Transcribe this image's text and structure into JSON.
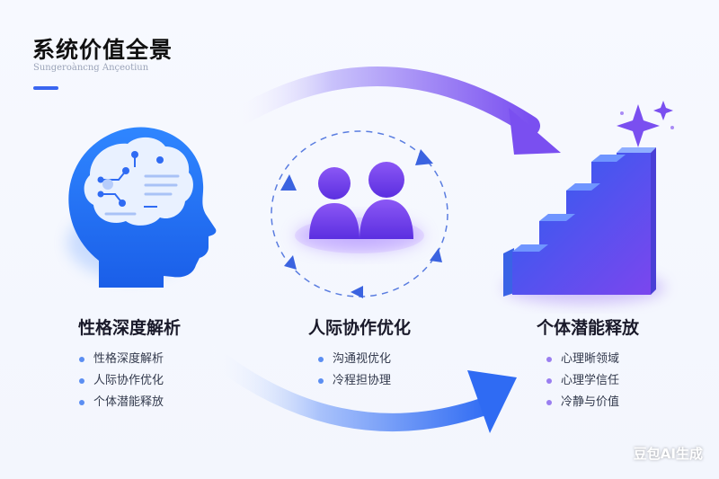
{
  "header": {
    "title": "系统价值全景",
    "subtitle": "Sungeroàncng Ançeotiun"
  },
  "columns": [
    {
      "title": "性格深度解析",
      "icon": "brain-head-icon",
      "items": [
        "性格深度解析",
        "人际协作优化",
        "个体潜能释放"
      ]
    },
    {
      "title": "人际协作优化",
      "icon": "two-people-icon",
      "items": [
        "沟通视优化",
        "冷程担协理"
      ]
    },
    {
      "title": "个体潜能释放",
      "icon": "staircase-icon",
      "items": [
        "心理晰领域",
        "心理学信任",
        "冷静与价值"
      ]
    }
  ],
  "colors": {
    "accent_blue": "#2f6bf3",
    "accent_purple": "#7b4df0",
    "bullet_blue": "#5b8ef2",
    "bullet_purple": "#9a7ef0"
  },
  "watermark": "豆包AI生成"
}
